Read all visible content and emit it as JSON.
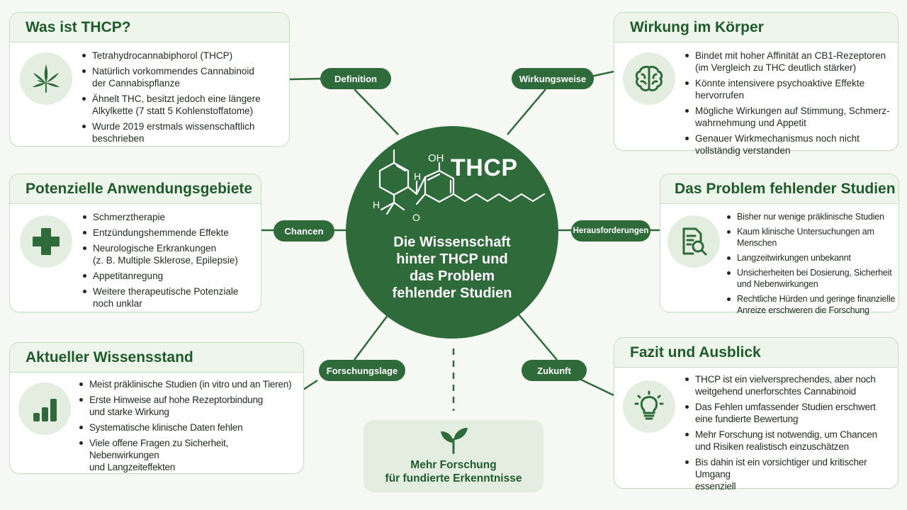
{
  "center": {
    "title": "THCP",
    "molecule_labels": {
      "oh": "OH",
      "h_top": "H",
      "h_left": "H",
      "o": "O"
    },
    "subtitle_lines": [
      "Die Wissenschaft",
      "hinter THCP und",
      "das Problem",
      "fehlender Studien"
    ]
  },
  "connectors": {
    "definition": "Definition",
    "wirkungsweise": "Wirkungsweise",
    "chancen": "Chancen",
    "herausforderungen": "Herausforderungen",
    "forschungslage": "Forschungslage",
    "zukunft": "Zukunft"
  },
  "cards": {
    "was_ist": {
      "title": "Was ist THCP?",
      "icon": "cannabis-leaf-icon",
      "items": [
        [
          "Tetrahydrocannabiphorol (THCP)"
        ],
        [
          "Natürlich vorkommendes Cannabinoid",
          "der Cannabispflanze"
        ],
        [
          "Ähnelt THC, besitzt jedoch eine längere",
          "Alkylkette (7 statt 5 Kohlenstoffatome)"
        ],
        [
          "Wurde 2019 erstmals wissenschaftlich",
          "beschrieben"
        ]
      ]
    },
    "wirkung": {
      "title": "Wirkung im Körper",
      "icon": "brain-icon",
      "items": [
        [
          "Bindet mit hoher Affinität an CB1-Rezeptoren",
          "(im Vergleich zu THC deutlich stärker)"
        ],
        [
          "Könnte intensivere psychoaktive Effekte",
          "hervorrufen"
        ],
        [
          "Mögliche Wirkungen auf Stimmung, Schmerz-",
          "wahrnehmung und Appetit"
        ],
        [
          "Genauer Wirkmechanismus noch nicht",
          "vollständig verstanden"
        ]
      ]
    },
    "anwendung": {
      "title": "Potenzielle Anwendungsgebiete",
      "icon": "medical-cross-icon",
      "items": [
        [
          "Schmerztherapie"
        ],
        [
          "Entzündungshemmende Effekte"
        ],
        [
          "Neurologische Erkrankungen",
          "(z. B. Multiple Sklerose, Epilepsie)"
        ],
        [
          "Appetitanregung"
        ],
        [
          "Weitere therapeutische Potenziale",
          "noch unklar"
        ]
      ]
    },
    "problem": {
      "title": "Das Problem fehlender Studien",
      "icon": "document-search-icon",
      "items": [
        [
          "Bisher nur wenige präklinische Studien"
        ],
        [
          "Kaum klinische Untersuchungen am Menschen"
        ],
        [
          "Langzeitwirkungen unbekannt"
        ],
        [
          "Unsicherheiten bei Dosierung, Sicherheit",
          "und Nebenwirkungen"
        ],
        [
          "Rechtliche Hürden und geringe finanzielle",
          "Anreize erschweren die Forschung"
        ]
      ]
    },
    "wissensstand": {
      "title": "Aktueller Wissensstand",
      "icon": "bar-chart-icon",
      "items": [
        [
          "Meist präklinische Studien (in vitro und an Tieren)"
        ],
        [
          "Erste Hinweise auf hohe Rezeptorbindung",
          "und starke Wirkung"
        ],
        [
          "Systematische klinische Daten fehlen"
        ],
        [
          "Viele offene Fragen zu Sicherheit, Nebenwirkungen",
          "und Langzeiteffekten"
        ]
      ]
    },
    "fazit": {
      "title": "Fazit und Ausblick",
      "icon": "lightbulb-icon",
      "items": [
        [
          "THCP ist ein vielversprechendes, aber noch",
          "weitgehend unerforschtes Cannabinoid"
        ],
        [
          "Das Fehlen umfassender Studien erschwert",
          "eine fundierte Bewertung"
        ],
        [
          "Mehr Forschung ist notwendig, um Chancen",
          "und Risiken realistisch einzuschätzen"
        ],
        [
          "Bis dahin ist ein vorsichtiger und kritischer Umgang",
          "essenziell"
        ]
      ]
    }
  },
  "bottom": {
    "icon": "seedling-icon",
    "line1": "Mehr Forschung",
    "line2": "für fundierte Erkenntnisse"
  },
  "colors": {
    "primary_green": "#2f6a3a",
    "title_green": "#1f5a2c",
    "light_green": "#e4eee0",
    "border_green": "#c9dcc5",
    "background": "#f6f8f3"
  }
}
